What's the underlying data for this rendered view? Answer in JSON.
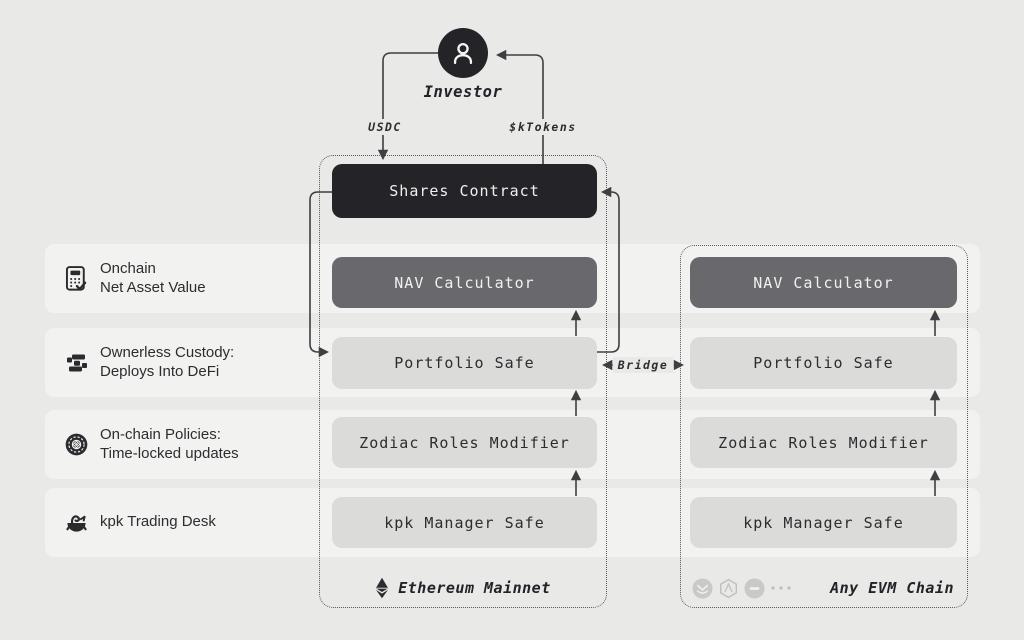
{
  "colors": {
    "page_bg": "#e9e9e8",
    "band_bg": "#f2f2f1",
    "box_dark": "#242428",
    "box_mid": "#69696d",
    "box_light": "#dbdbd9",
    "text_dark": "#2d2d30",
    "text_light": "#f0f0ef",
    "line": "#3f3f42",
    "dashed_border": "#56565b",
    "muted_icon": "#c9c9c7"
  },
  "investor": {
    "label": "Investor",
    "icon": "person-icon"
  },
  "flow_labels": {
    "usdc": "USDC",
    "ktokens": "$kTokens",
    "bridge": "Bridge"
  },
  "legend": [
    {
      "icon": "calculator-check-icon",
      "line1": "Onchain",
      "line2": "Net Asset Value"
    },
    {
      "icon": "safe-custody-icon",
      "line1": "Ownerless Custody:",
      "line2": "Deploys Into DeFi"
    },
    {
      "icon": "zodiac-policies-icon",
      "line1": "On-chain Policies:",
      "line2": "Time-locked updates"
    },
    {
      "icon": "kpk-logo-icon",
      "line1": "kpk Trading Desk",
      "line2": ""
    }
  ],
  "mainnet": {
    "shares": "Shares Contract",
    "nav": "NAV Calculator",
    "portfolio": "Portfolio Safe",
    "zodiac": "Zodiac Roles Modifier",
    "manager": "kpk Manager Safe",
    "footer": "Ethereum Mainnet",
    "footer_icon": "ethereum-icon"
  },
  "evm": {
    "nav": "NAV Calculator",
    "portfolio": "Portfolio Safe",
    "zodiac": "Zodiac Roles Modifier",
    "manager": "kpk Manager Safe",
    "footer": "Any EVM Chain",
    "chain_icons": [
      "gnosis-chain-icon",
      "arbitrum-chain-icon",
      "optimism-chain-icon",
      "more-chains-ellipsis"
    ]
  }
}
